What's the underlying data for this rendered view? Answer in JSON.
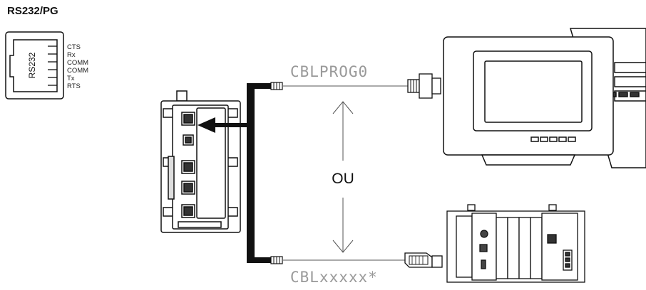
{
  "title": "RS232/PG",
  "connector": {
    "label": "RS232",
    "pins": [
      "CTS",
      "Rx",
      "COMM",
      "COMM",
      "Tx",
      "RTS"
    ]
  },
  "cables": {
    "top": "CBLPROG0",
    "bottom": "CBLxxxxx*"
  },
  "or_text": "OU"
}
